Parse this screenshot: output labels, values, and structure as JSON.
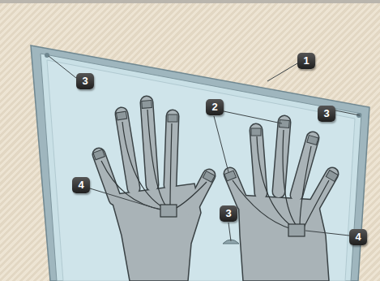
{
  "diagram": {
    "labels": [
      "1",
      "3",
      "2",
      "3",
      "4",
      "3",
      "4"
    ]
  }
}
